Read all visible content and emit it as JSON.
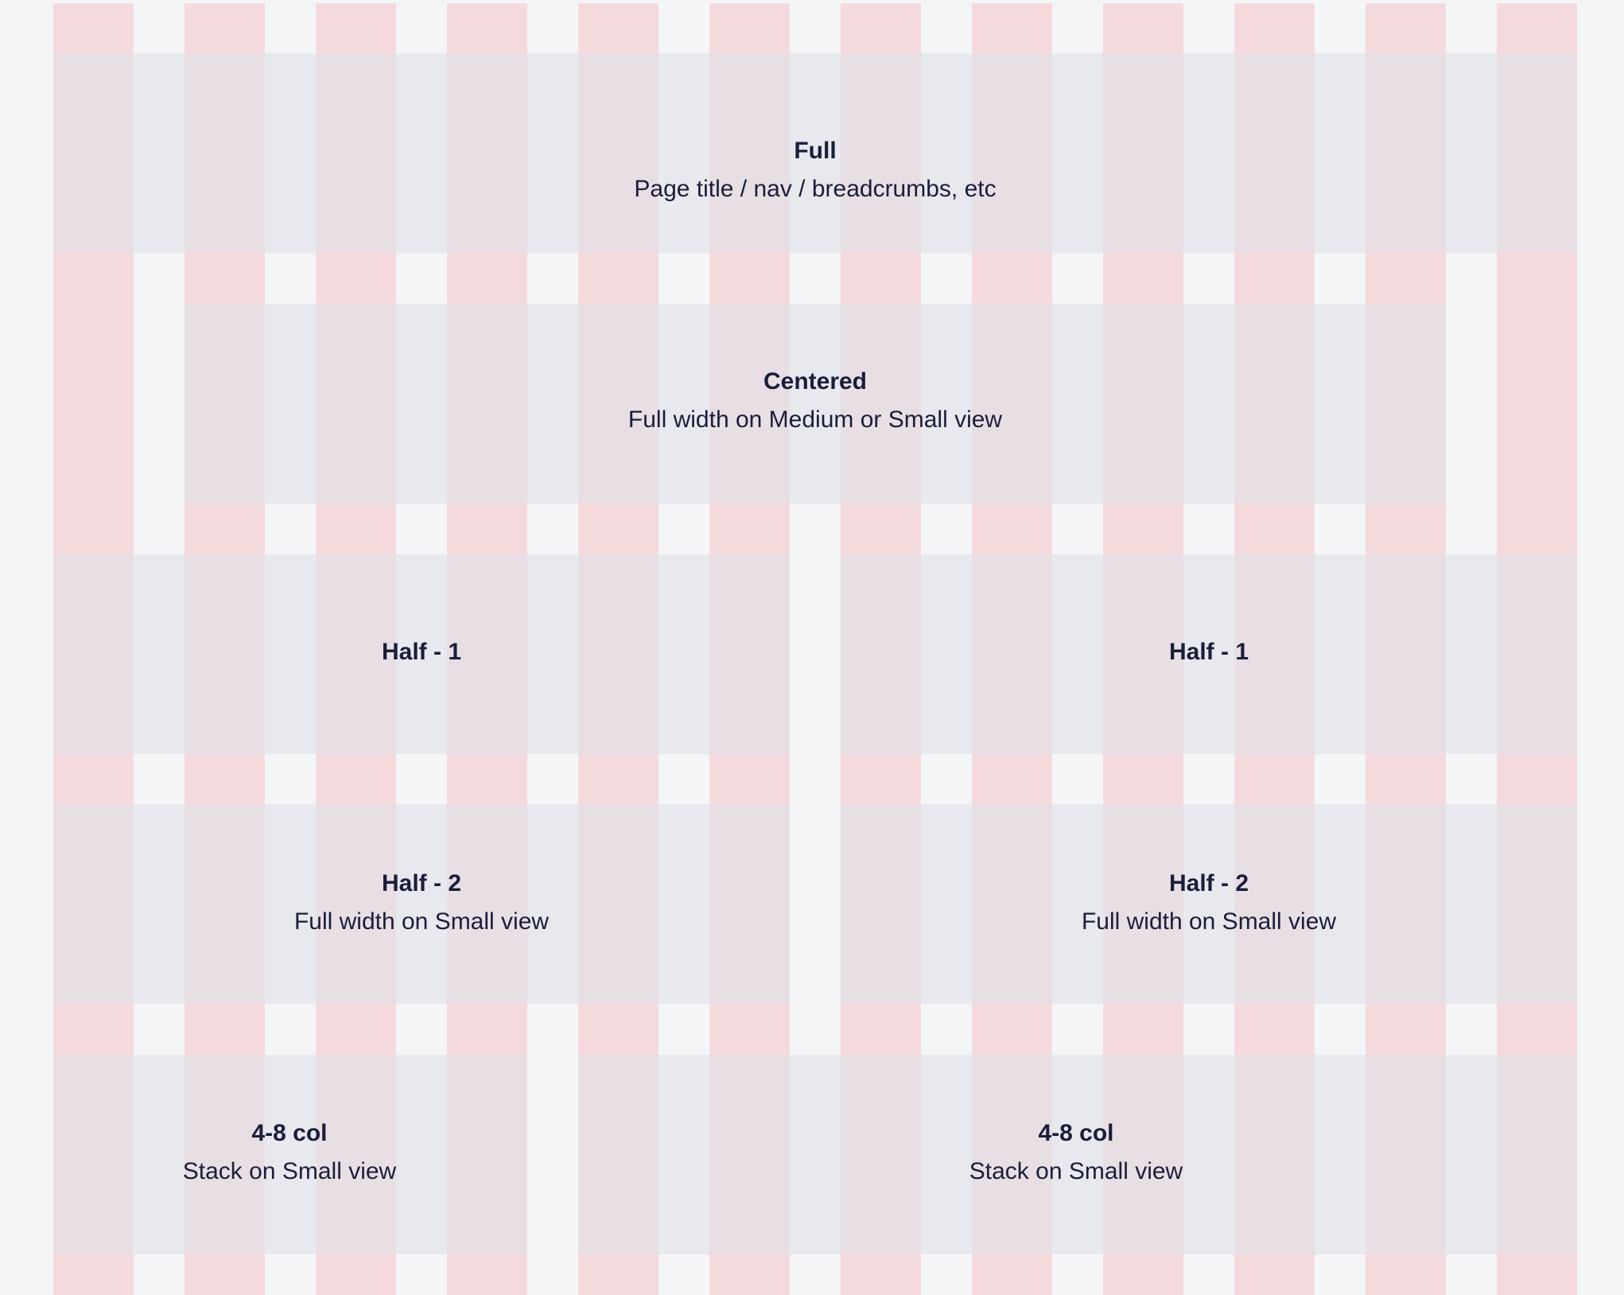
{
  "colors": {
    "background": "#f4f5f7",
    "column": "#f5dadd",
    "block_tint": "#e0e2e8",
    "text": "#1b1d3a"
  },
  "grid": {
    "columns": 12
  },
  "blocks": [
    {
      "id": "full",
      "title": "Full",
      "subtitle": "Page title / nav / breadcrumbs, etc",
      "col_start": 1,
      "col_end": 12
    },
    {
      "id": "centered",
      "title": "Centered",
      "subtitle": "Full width on Medium or Small view",
      "col_start": 2,
      "col_end": 11
    },
    {
      "id": "half-1-left",
      "title": "Half - 1",
      "subtitle": "",
      "col_start": 1,
      "col_end": 6
    },
    {
      "id": "half-1-right",
      "title": "Half - 1",
      "subtitle": "",
      "col_start": 7,
      "col_end": 12
    },
    {
      "id": "half-2-left",
      "title": "Half - 2",
      "subtitle": "Full width on Small view",
      "col_start": 1,
      "col_end": 6
    },
    {
      "id": "half-2-right",
      "title": "Half - 2",
      "subtitle": "Full width on Small view",
      "col_start": 7,
      "col_end": 12
    },
    {
      "id": "four-eight-left",
      "title": "4-8 col",
      "subtitle": "Stack on Small view",
      "col_start": 1,
      "col_end": 4
    },
    {
      "id": "four-eight-right",
      "title": "4-8 col",
      "subtitle": "Stack on Small view",
      "col_start": 5,
      "col_end": 12
    }
  ]
}
